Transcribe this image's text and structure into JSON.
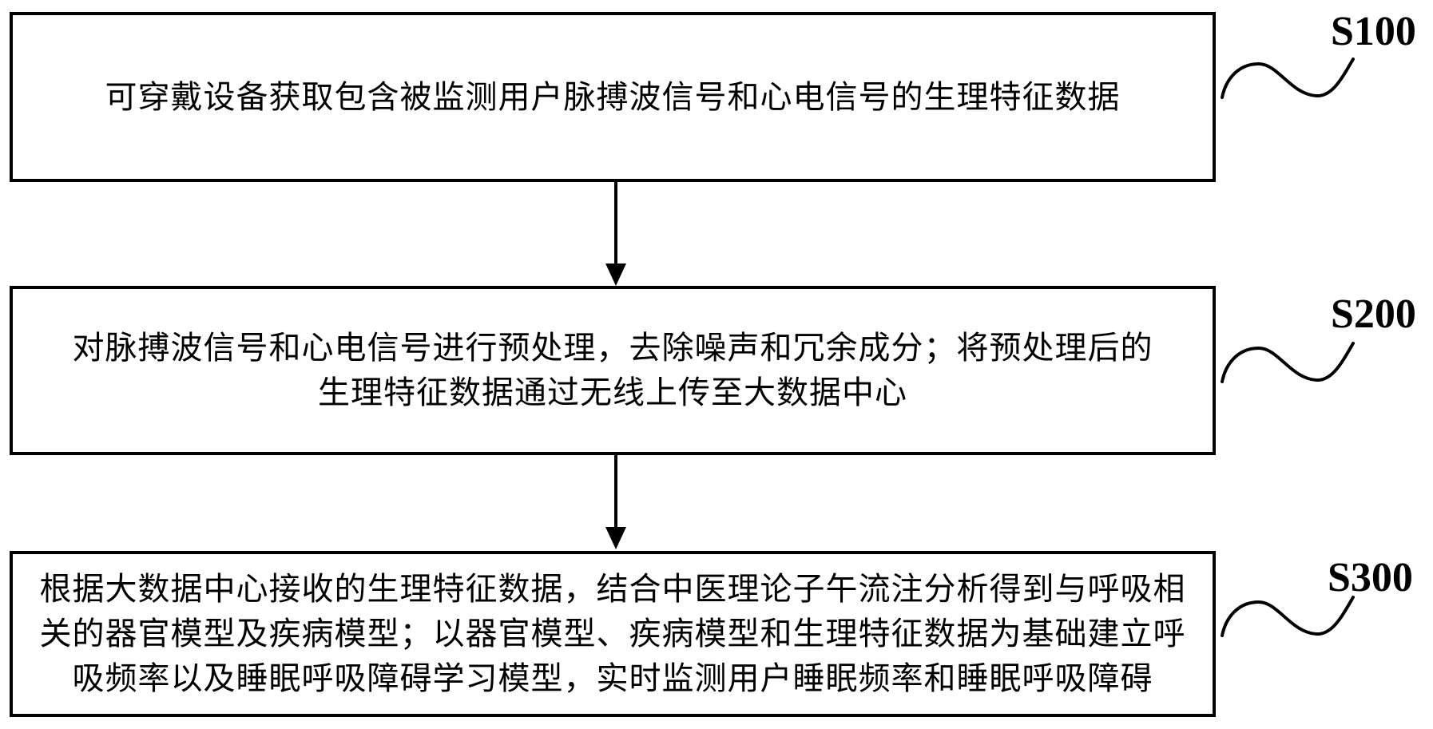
{
  "page": {
    "background": "#ffffff",
    "ink": "#000000"
  },
  "steps": [
    {
      "label": "S100",
      "lines": [
        "可穿戴设备获取包含被监测用户脉搏波信号和心电信号的生理特征数据"
      ]
    },
    {
      "label": "S200",
      "lines": [
        "对脉搏波信号和心电信号进行预处理，去除噪声和冗余成分；将预处理后的",
        "生理特征数据通过无线上传至大数据中心"
      ]
    },
    {
      "label": "S300",
      "lines": [
        "根据大数据中心接收的生理特征数据，结合中医理论子午流注分析得到与呼吸相",
        "关的器官模型及疾病模型；以器官模型、疾病模型和生理特征数据为基础建立呼",
        "吸频率以及睡眠呼吸障碍学习模型，实时监测用户睡眠频率和睡眠呼吸障碍"
      ]
    }
  ]
}
